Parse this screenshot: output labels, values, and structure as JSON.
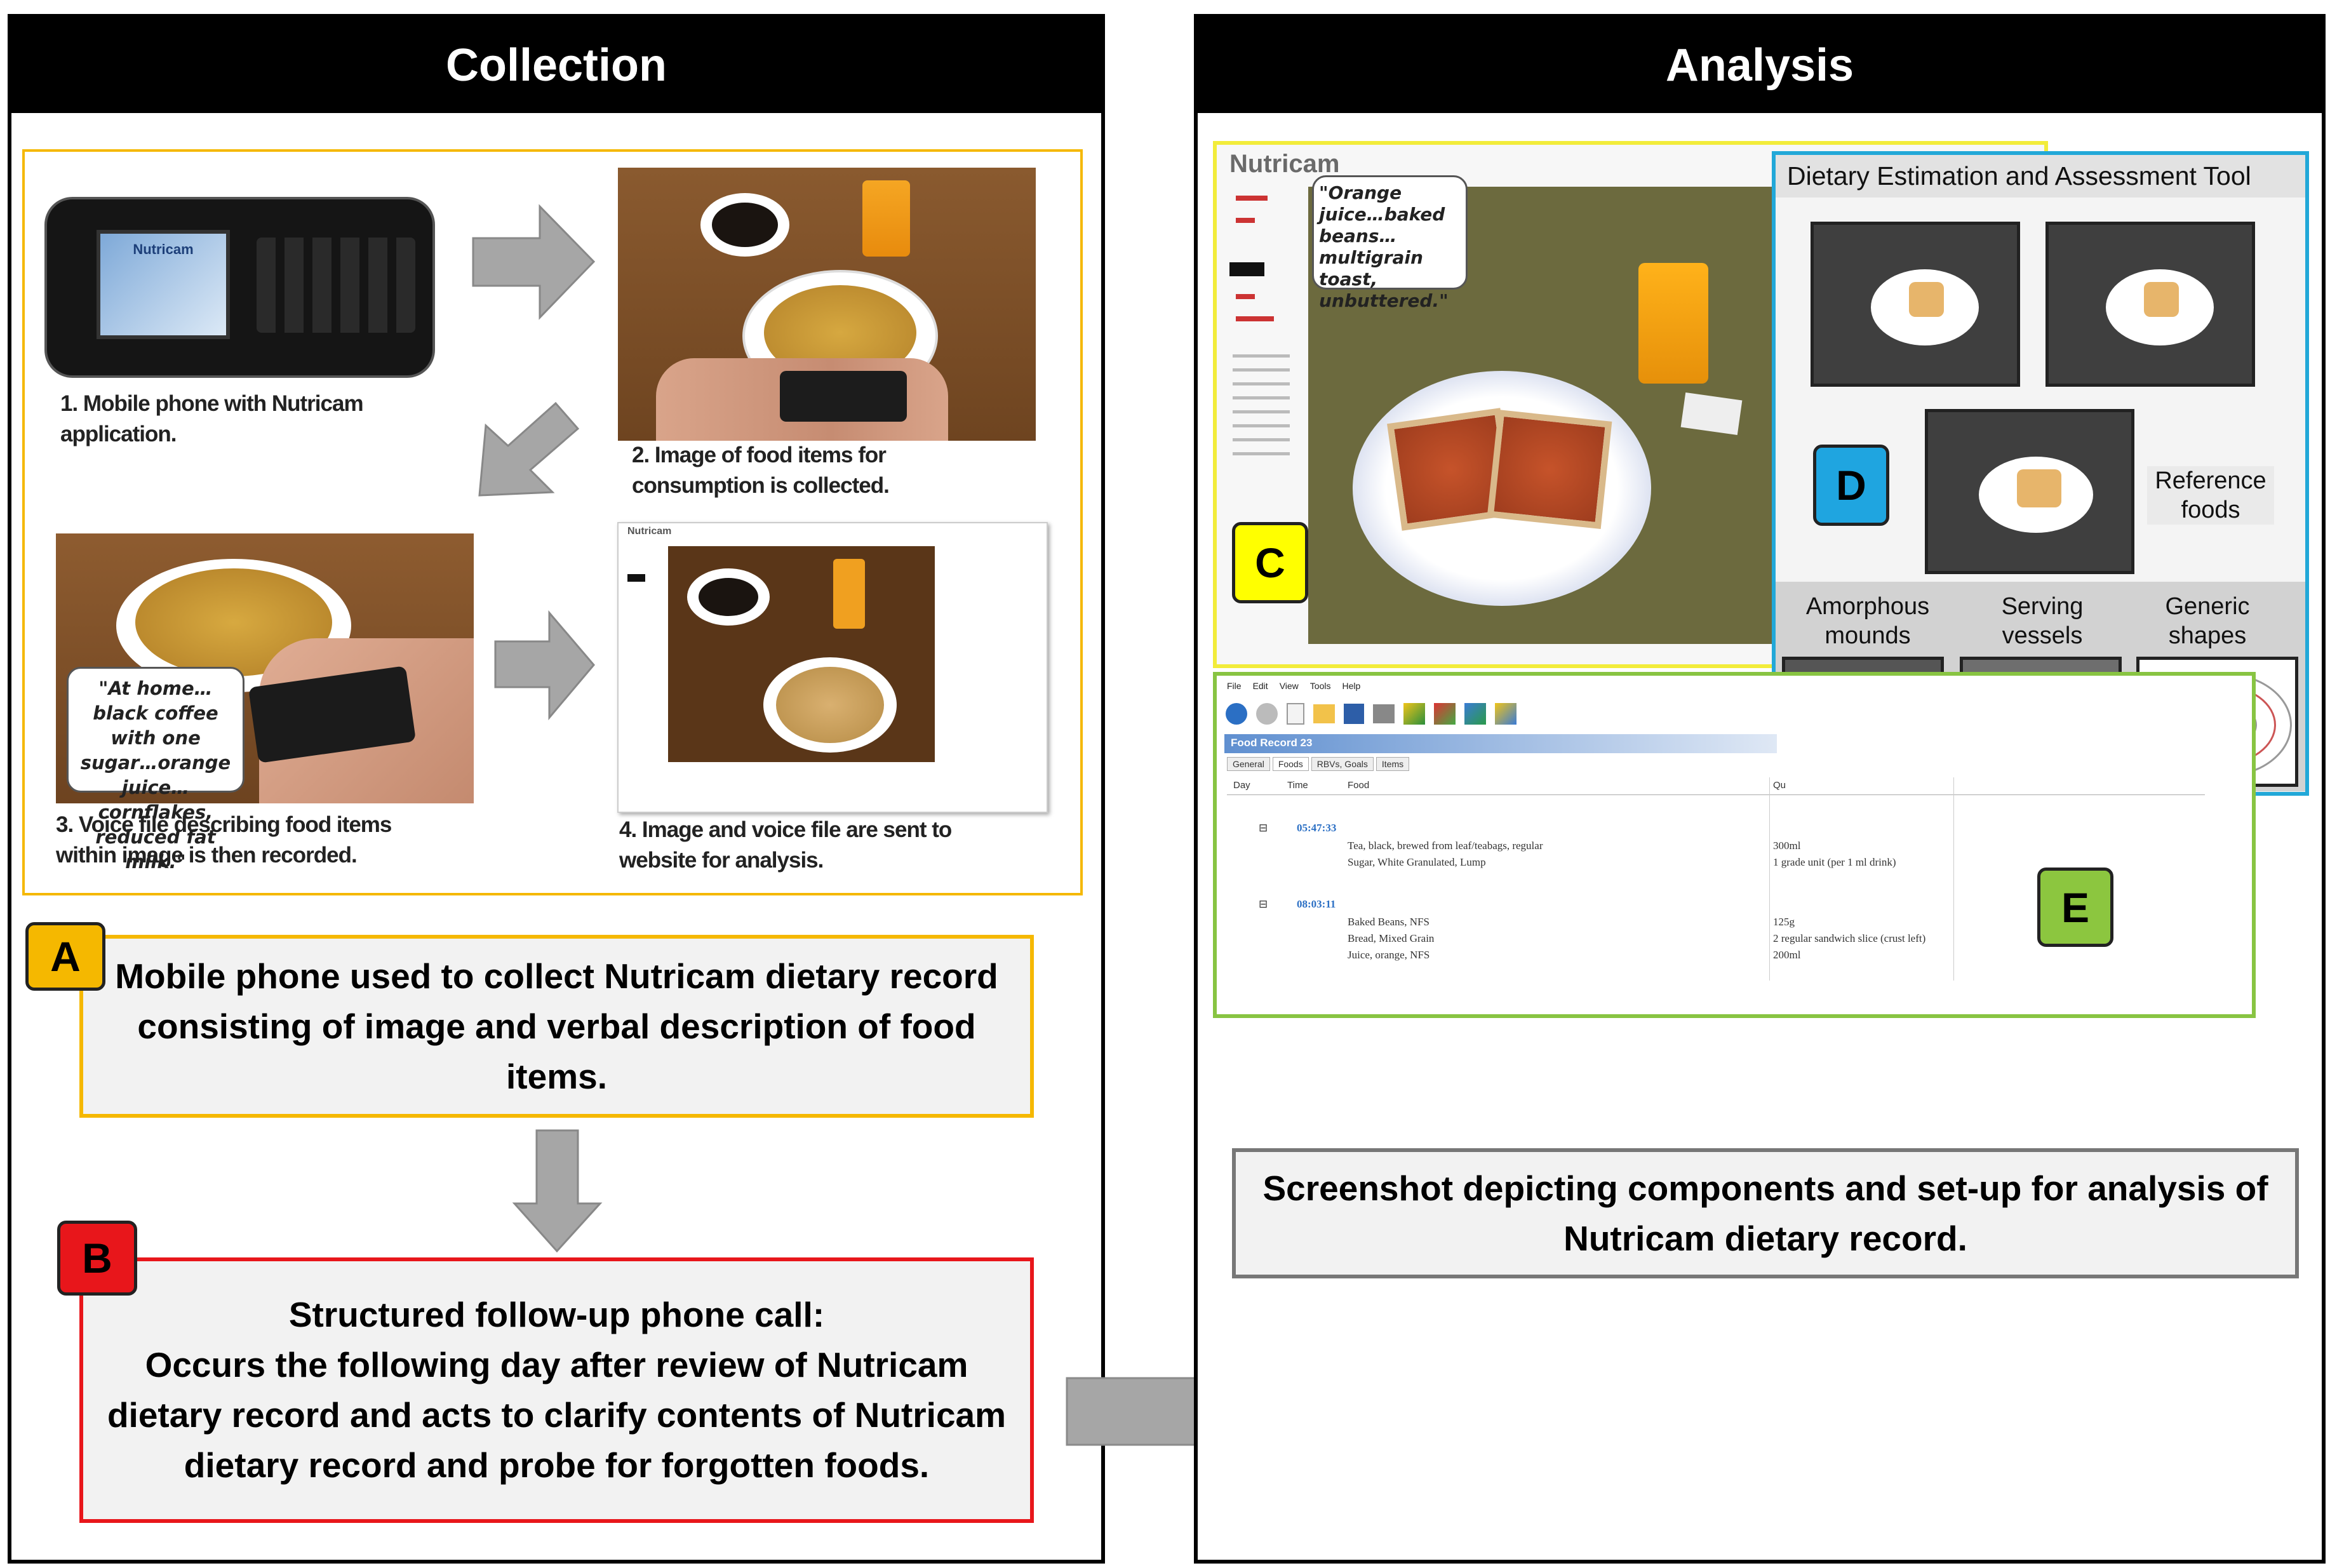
{
  "collection": {
    "title": "Collection",
    "steps": [
      {
        "caption": "1. Mobile phone with Nutricam application."
      },
      {
        "caption": "2. Image of food items for consumption is collected."
      },
      {
        "caption": "3. Voice file describing food items within image is then recorded."
      },
      {
        "caption": "4. Image and voice file are sent to website for analysis."
      }
    ],
    "phone_app_name": "Nutricam",
    "website_name": "Nutricam",
    "voice_quote": "\"At home…black coffee with one sugar…orange juice…cornflakes, reduced fat milk.\"",
    "box_a": {
      "badge": "A",
      "text": "Mobile phone used to collect Nutricam dietary record consisting of image and verbal description of food items."
    },
    "box_b": {
      "badge": "B",
      "title": "Structured follow-up phone call:",
      "text": "Occurs the following day after review of Nutricam dietary record and acts to clarify contents of Nutricam dietary record and probe for forgotten foods."
    }
  },
  "analysis": {
    "title": "Analysis",
    "app_title": "Nutricam",
    "quote": "\"Orange juice…baked beans… multigrain toast, unbuttered.\"",
    "badge_c": "C",
    "badge_d": "D",
    "badge_e": "E",
    "deat_title": "Dietary Estimation and Assessment Tool",
    "reference_label": "Reference foods",
    "categories": [
      "Amorphous mounds",
      "Serving vessels",
      "Generic shapes"
    ],
    "menu_items": [
      "File",
      "Edit",
      "View",
      "Tools",
      "Help"
    ],
    "record_title": "Food Record 23",
    "tabs": [
      "General",
      "Foods",
      "RBVs, Goals",
      "Items"
    ],
    "columns": [
      "Day",
      "Time",
      "Food",
      "Qu"
    ],
    "groups": [
      {
        "time": "05:47:33",
        "rows": [
          {
            "food": "Tea, black, brewed from leaf/teabags, regular",
            "qty": "300ml"
          },
          {
            "food": "Sugar, White Granulated, Lump",
            "qty": "1 grade unit (per 1 ml drink)"
          }
        ]
      },
      {
        "time": "08:03:11",
        "rows": [
          {
            "food": "Baked Beans, NFS",
            "qty": "125g"
          },
          {
            "food": "Bread, Mixed Grain",
            "qty": "2 regular sandwich slice (crust left)"
          },
          {
            "food": "Juice, orange, NFS",
            "qty": "200ml"
          }
        ]
      }
    ],
    "caption": "Screenshot depicting components and set-up for analysis of Nutricam dietary record."
  },
  "colors": {
    "yellow": "#f5b800",
    "red": "#e8161b",
    "cyan": "#22a8d8",
    "green": "#88c442",
    "badge_c": "#ffff00",
    "badge_d": "#1fa5e0",
    "badge_e": "#8cc63f"
  }
}
